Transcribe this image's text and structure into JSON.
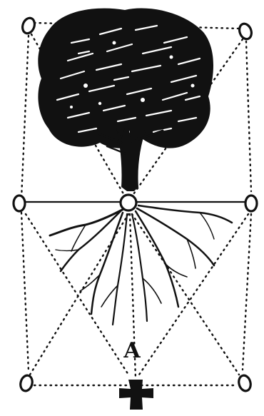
{
  "diagram": {
    "label": "A",
    "ink_color": "#111111",
    "background_color": "#ffffff",
    "nodes": [
      "top-left-node",
      "top-right-node",
      "middle-left-node",
      "middle-right-node",
      "center-node",
      "bottom-left-node",
      "bottom-right-node"
    ],
    "icons": [
      "tree-icon",
      "cross-icon"
    ]
  }
}
